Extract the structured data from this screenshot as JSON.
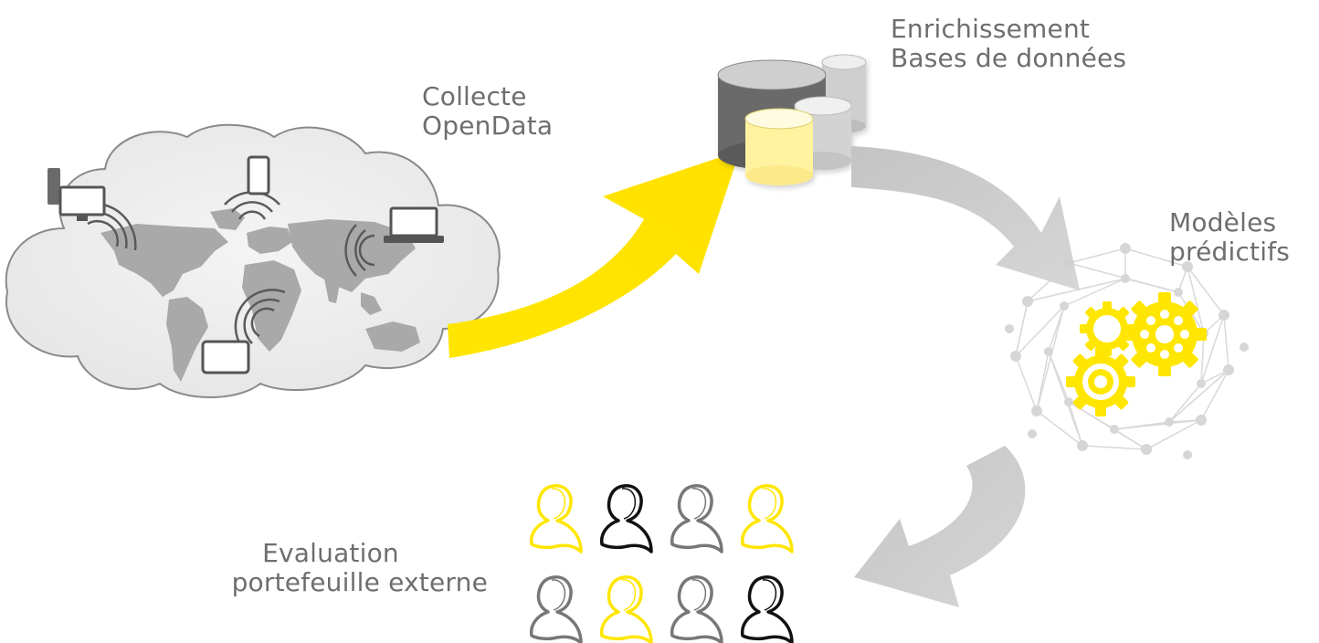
{
  "labels": {
    "collecte": {
      "line1": "Collecte",
      "line2": "OpenData"
    },
    "enrichissement": {
      "line1": "Enrichissement",
      "line2": "Bases de données"
    },
    "modeles": {
      "line1": "Modèles",
      "line2": "prédictifs"
    },
    "evaluation": {
      "line1": "Evaluation",
      "line2": "portefeuille externe"
    }
  },
  "colors": {
    "yellow": "#ffe600",
    "gray_arrow": "#cdcdcd",
    "text": "#6e6e6e",
    "cloud": "#efefef",
    "map": "#a9a9a9"
  },
  "icons": {
    "cloud": "cloud-icon",
    "world_map": "world-map-icon",
    "devices": [
      "desktop-icon",
      "phone-icon",
      "laptop-icon",
      "tablet-icon"
    ],
    "databases": "database-icon",
    "network": "network-graph-icon",
    "gears": "gears-icon",
    "people": [
      "yellow",
      "black",
      "gray",
      "yellow",
      "gray",
      "yellow",
      "gray",
      "black"
    ]
  }
}
